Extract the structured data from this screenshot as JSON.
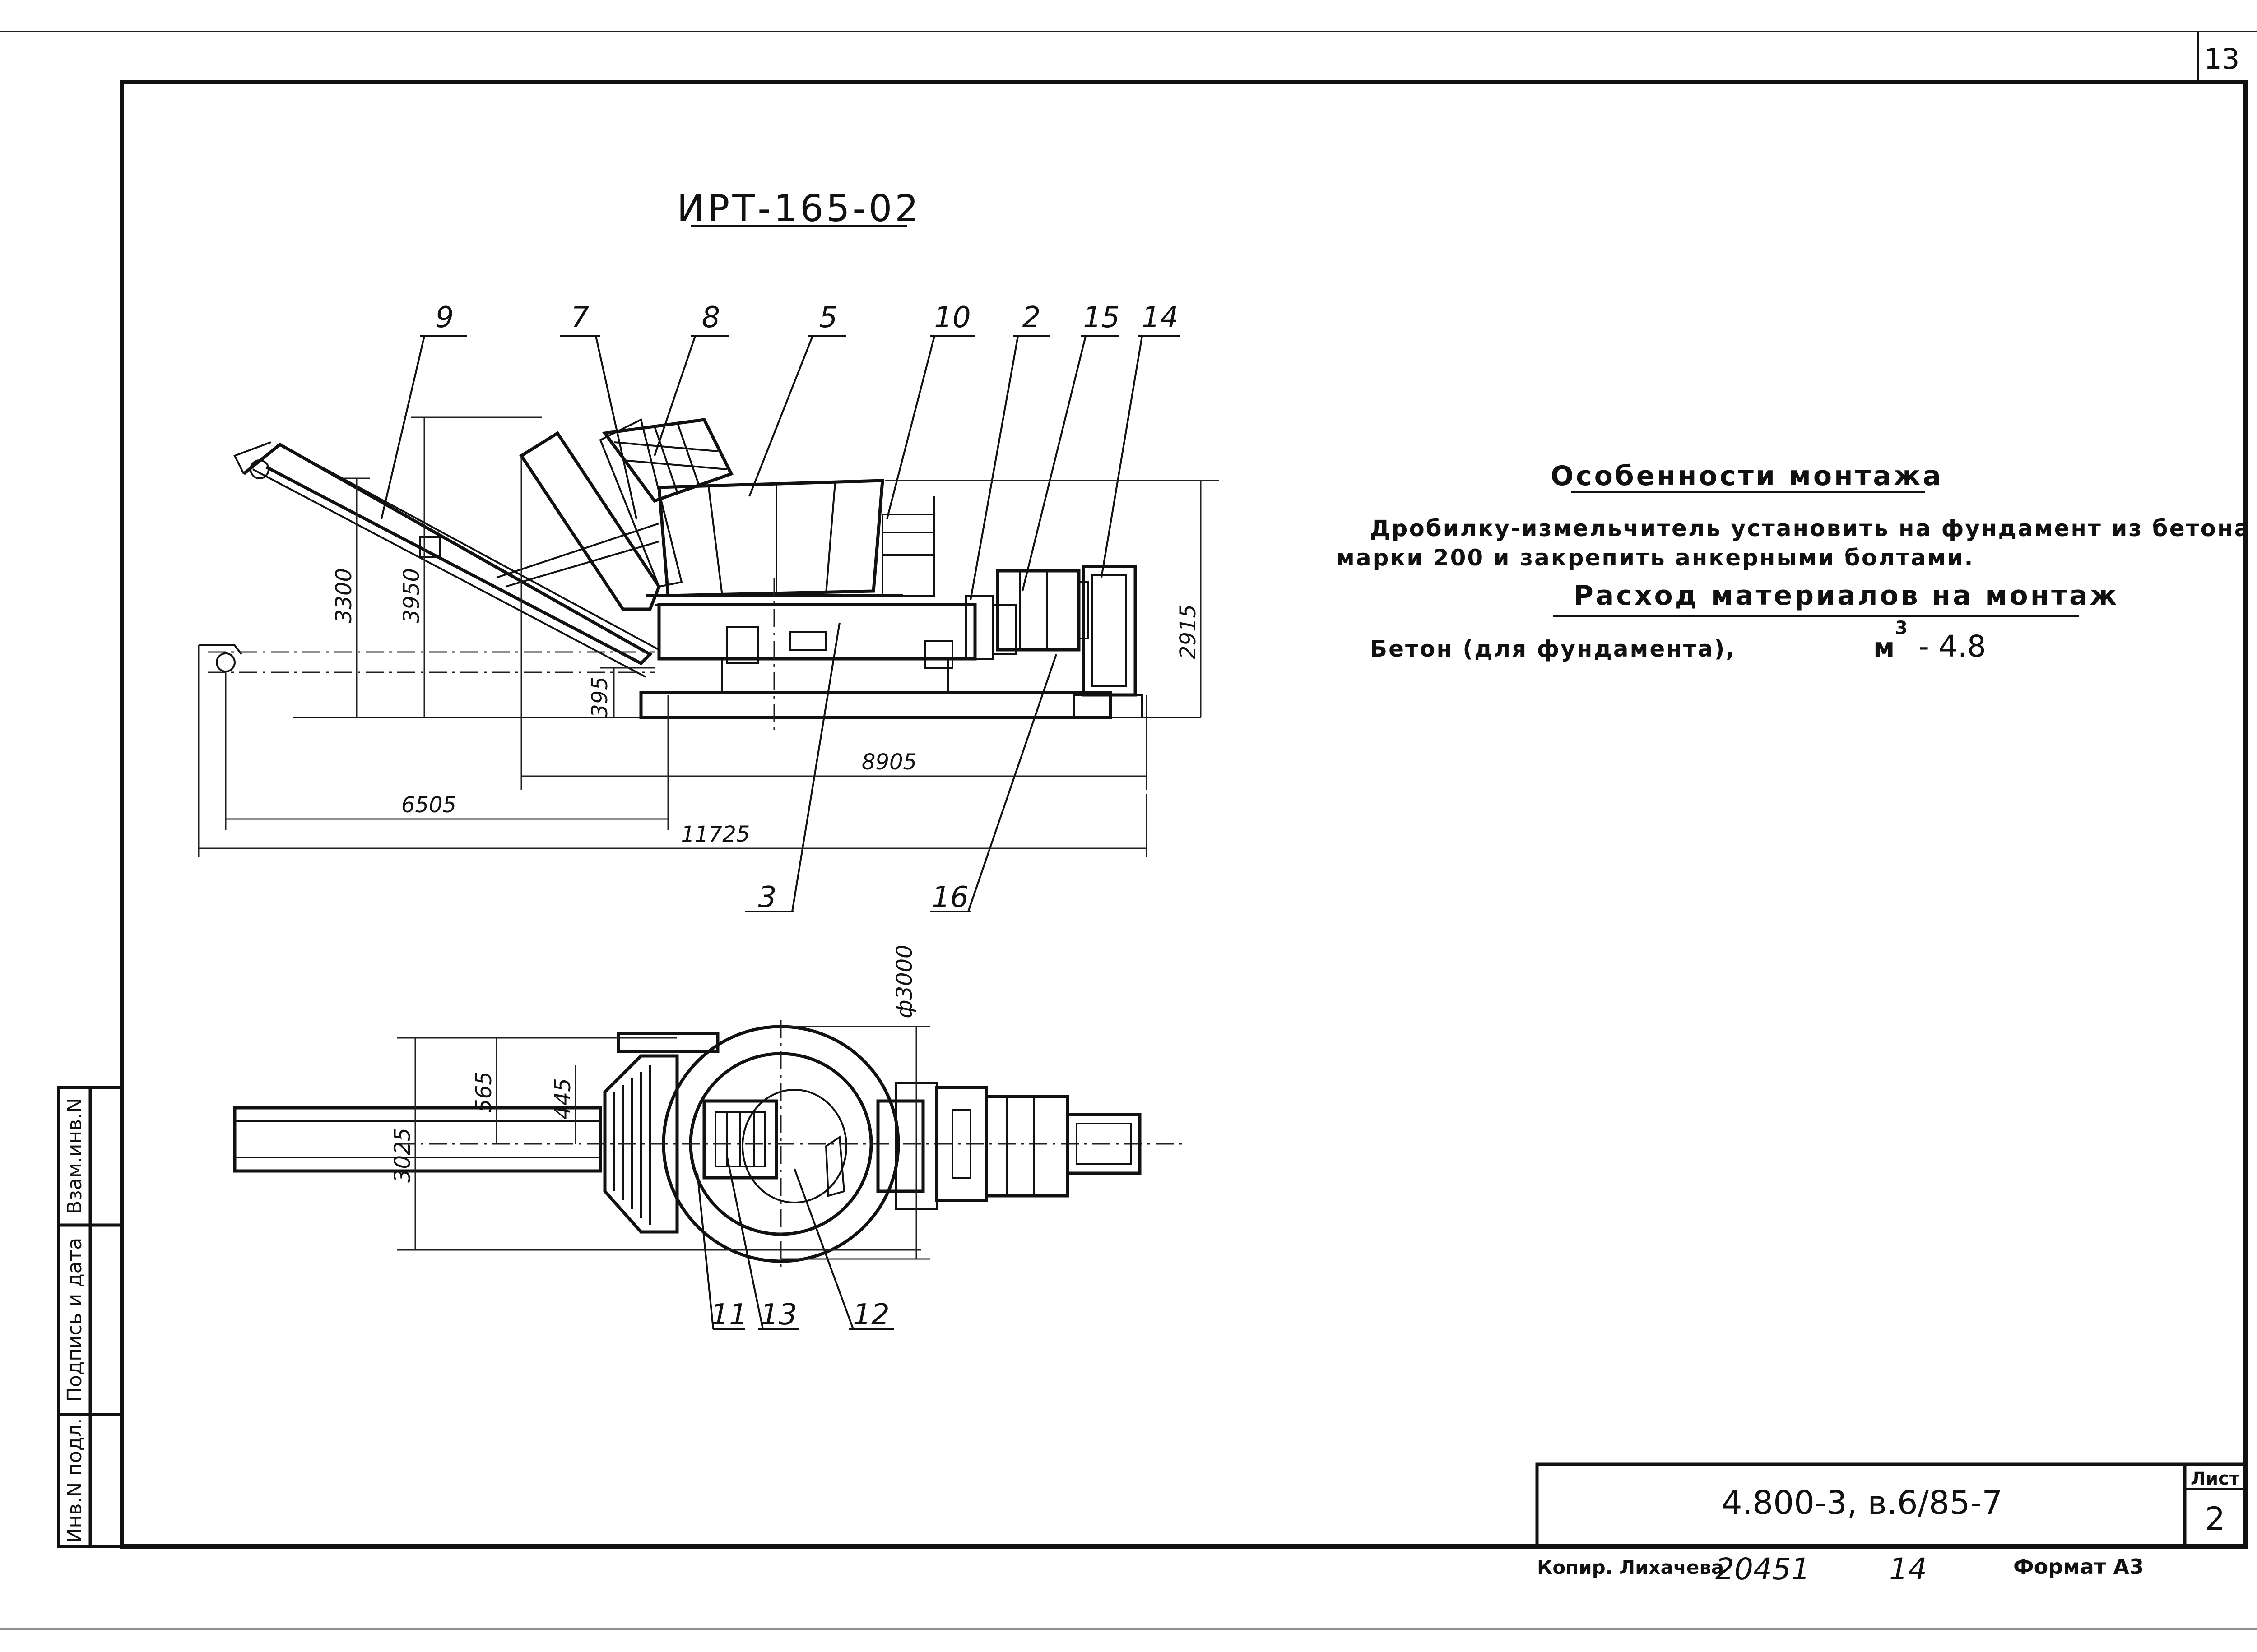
{
  "sheet": {
    "page_number": "13",
    "model_title": "ИРТ-165-02"
  },
  "callouts": {
    "side_view": [
      "9",
      "7",
      "8",
      "5",
      "10",
      "2",
      "15",
      "14",
      "3",
      "16"
    ],
    "top_view": [
      "11",
      "13",
      "12"
    ]
  },
  "dimensions": {
    "height_3300": "3300",
    "height_3950": "3950",
    "height_395": "395",
    "height_2915": "2915",
    "length_8905": "8905",
    "length_6505": "6505",
    "length_11725": "11725",
    "diameter_3000": "ф3000",
    "width_565": "565",
    "width_445": "445",
    "width_3025": "3025"
  },
  "notes": {
    "installation_heading": "Особенности монтажа",
    "installation_line1": "Дробилку-измельчитель установить на фундамент из бетона",
    "installation_line2": "марки 200 и закрепить анкерными болтами.",
    "materials_heading": "Расход материалов на монтаж",
    "materials_item": "Бетон (для фундамента),",
    "materials_unit": "м",
    "materials_exp": "3",
    "materials_value": "- 4.8"
  },
  "side_stamp": {
    "cell_exchange": "Взам.инв.N",
    "cell_signature": "Подпись и дата",
    "cell_original": "Инв.N подл."
  },
  "title_block": {
    "designation": "4.800-3, в.6/85-7",
    "sheet_label": "Лист",
    "sheet_number": "2"
  },
  "footer": {
    "copied_by": "Копир. Лихачева",
    "order_number": "20451",
    "copy_count": "14",
    "format": "Формат А3"
  }
}
